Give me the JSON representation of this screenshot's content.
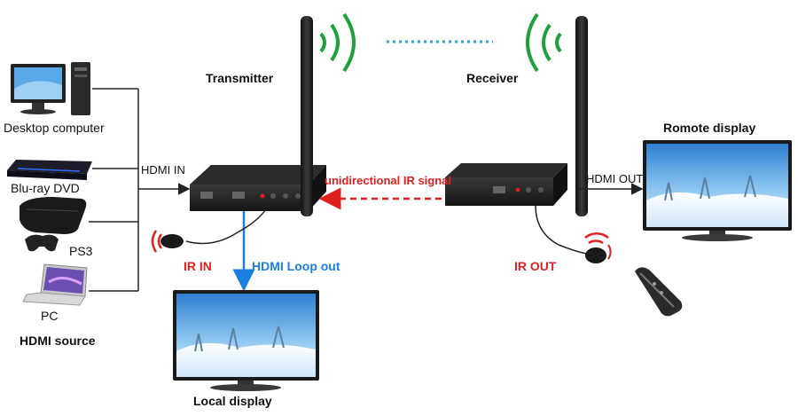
{
  "sources": {
    "desktop": "Desktop computer",
    "bluray": "Blu-ray DVD",
    "ps3": "PS3",
    "pc": "PC",
    "group_label": "HDMI source"
  },
  "devices": {
    "transmitter": "Transmitter",
    "receiver": "Receiver"
  },
  "connections": {
    "hdmi_in": "HDMI IN",
    "hdmi_out": "HDMI OUT",
    "ir_signal": "unidirectional IR signal",
    "ir_in": "IR IN",
    "ir_out": "IR OUT",
    "loop_out": "HDMI Loop out"
  },
  "displays": {
    "remote": "Romote display",
    "local": "Local display"
  },
  "colors": {
    "ir": "#e02020",
    "loop": "#1a7fe0",
    "wireless": "#1fa03a",
    "link": "#2aa5e0"
  }
}
